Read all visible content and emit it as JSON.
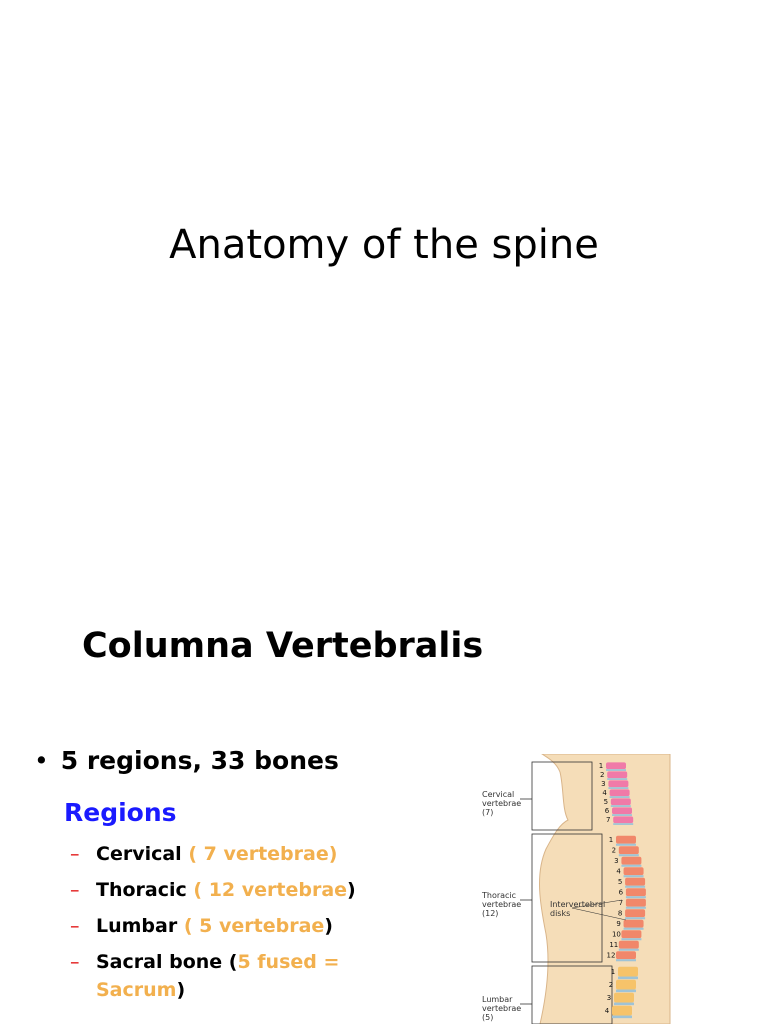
{
  "slide1": {
    "title": "Anatomy of the spine"
  },
  "slide2": {
    "title": "Columna Vertebralis",
    "bullet": "5 regions, 33 bones",
    "regions_heading": "Regions",
    "items": [
      {
        "name": "Cervical",
        "detail_open": " ( 7 vertebrae)",
        "detail_close": ""
      },
      {
        "name": "Thoracic",
        "detail_open": " ( 12 vertebrae",
        "detail_close": ")"
      },
      {
        "name": "Lumbar",
        "detail_open": " ( 5 vertebrae",
        "detail_close": ")"
      },
      {
        "name": "Sacral  bone (",
        "detail_open": "5 fused = Sacrum",
        "detail_close": ")"
      }
    ],
    "figure": {
      "cervical_label": "Cervical vertebrae (7)",
      "thoracic_label": "Thoracic vertebrae (12)",
      "disks_label": "Intervertebral disks",
      "lumbar_label": "Lumbar vertebrae (5)",
      "cervical_numbers": [
        "1",
        "2",
        "3",
        "4",
        "5",
        "6",
        "7"
      ],
      "thoracic_numbers": [
        "1",
        "2",
        "3",
        "4",
        "5",
        "6",
        "7",
        "8",
        "9",
        "10",
        "11",
        "12"
      ],
      "lumbar_numbers": [
        "1",
        "2",
        "3",
        "4"
      ]
    },
    "colors": {
      "dash": "#e01010",
      "orange": "#f2b04e",
      "regions": "#1a1aff"
    }
  }
}
